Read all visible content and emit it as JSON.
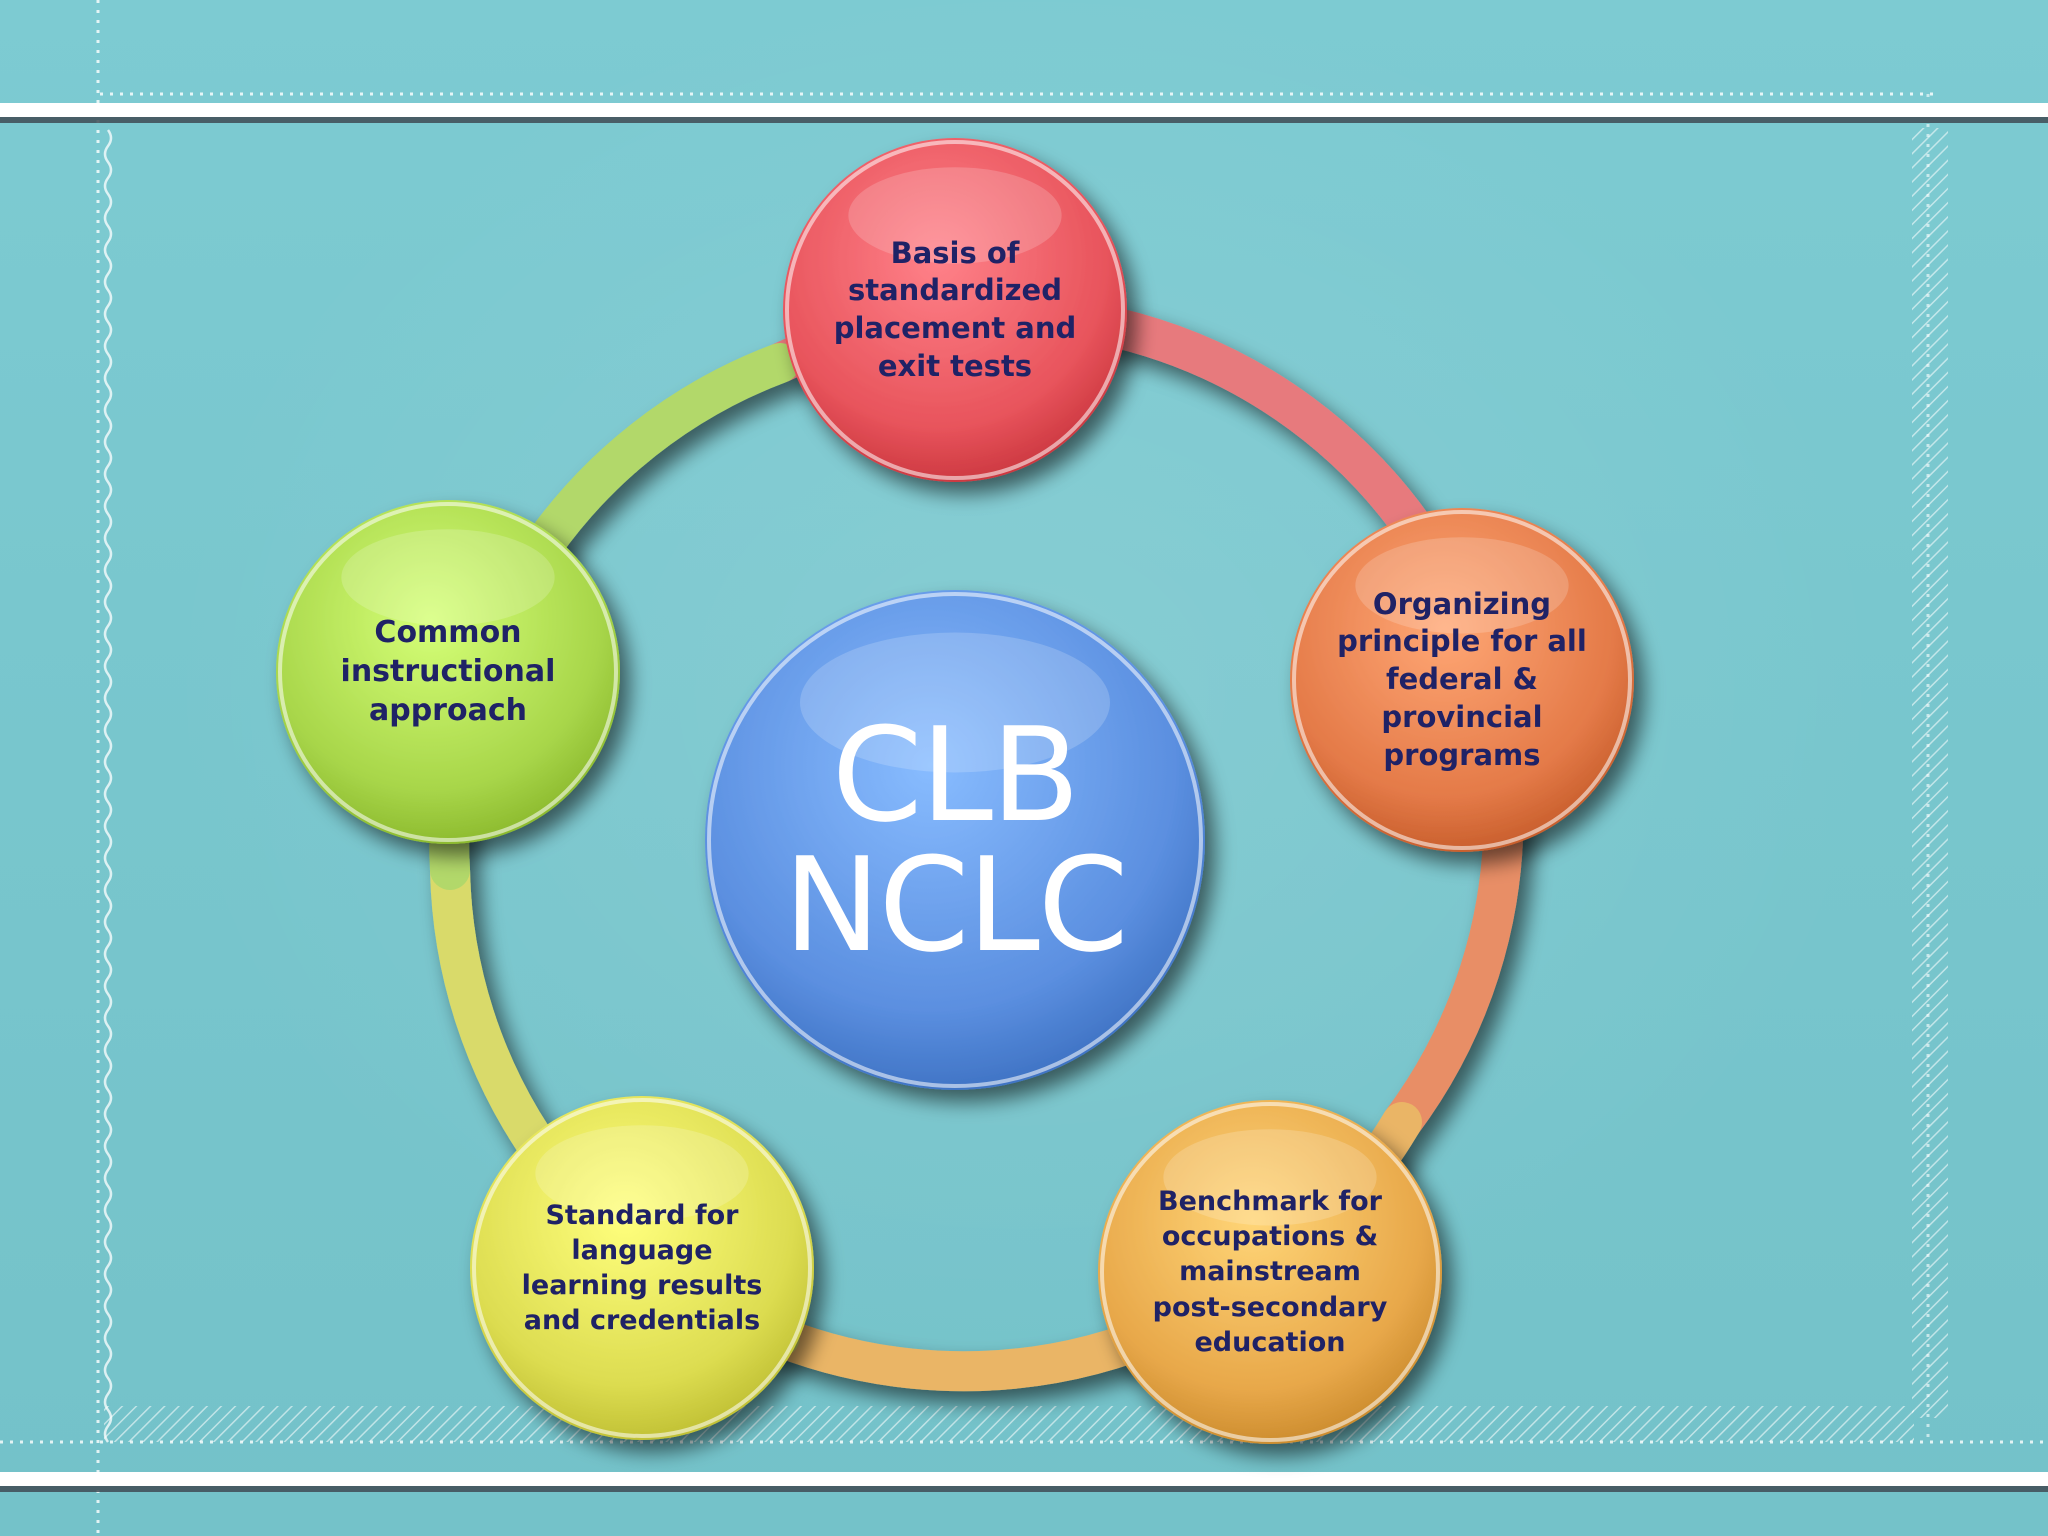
{
  "diagram": {
    "center": {
      "line1": "CLB",
      "line2": "NCLC",
      "color": "#5b8fe0"
    },
    "nodes": [
      {
        "label": "Basis of\nstandardized\nplacement and\nexit tests",
        "color": "#e8545c"
      },
      {
        "label": "Organizing\nprinciple for all\nfederal &\nprovincial\nprograms",
        "color": "#e47a48"
      },
      {
        "label": "Benchmark for\noccupations &\nmainstream\npost-secondary\neducation",
        "color": "#e8a84a"
      },
      {
        "label": "Standard for\nlanguage\nlearning results\nand  credentials",
        "color": "#dcdc50"
      },
      {
        "label": "Common\ninstructional\napproach",
        "color": "#a8d64a"
      }
    ]
  },
  "theme": {
    "background": "#7cc8cf",
    "text_color": "#1f2266",
    "frame_line": "#ffffff"
  }
}
